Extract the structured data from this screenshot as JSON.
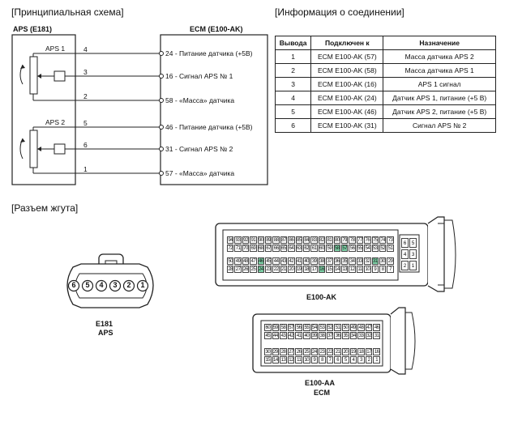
{
  "sections": {
    "schematic_title": "[Принципиальная схема]",
    "connection_info_title": "[Информация о соединении]",
    "harness_title": "[Разъем жгута]"
  },
  "schematic": {
    "left_block": "APS (E181)",
    "right_block": "ECM (E100-AK)",
    "sensors": [
      {
        "label": "APS 1"
      },
      {
        "label": "APS 2"
      }
    ],
    "wires": [
      {
        "pin_left": "4",
        "pin_right": "24",
        "desc": "24 - Питание датчика (+5В)"
      },
      {
        "pin_left": "3",
        "pin_right": "16",
        "desc": "16 - Сигнал APS № 1"
      },
      {
        "pin_left": "2",
        "pin_right": "58",
        "desc": "58 - «Масса» датчика"
      },
      {
        "pin_left": "5",
        "pin_right": "46",
        "desc": "46 - Питание датчика (+5В)"
      },
      {
        "pin_left": "6",
        "pin_right": "31",
        "desc": "31 - Сигнал APS № 2"
      },
      {
        "pin_left": "1",
        "pin_right": "57",
        "desc": "57 - «Масса» датчика"
      }
    ]
  },
  "table": {
    "headers": [
      "Вывода",
      "Подключен к",
      "Назначение"
    ],
    "rows": [
      [
        "1",
        "ECM E100-AK (57)",
        "Масса датчика APS 2"
      ],
      [
        "2",
        "ECM E100-AK (58)",
        "Масса датчика APS 1"
      ],
      [
        "3",
        "ECM E100-AK (16)",
        "APS 1 сигнал"
      ],
      [
        "4",
        "ECM E100-AK (24)",
        "Датчик APS 1, питание (+5 В)"
      ],
      [
        "5",
        "ECM E100-AK (46)",
        "Датчик APS 2, питание (+5 В)"
      ],
      [
        "6",
        "ECM E100-AK (31)",
        "Сигнал APS № 2"
      ]
    ]
  },
  "harness": {
    "aps_connector": {
      "pins": [
        "6",
        "5",
        "4",
        "3",
        "2",
        "1"
      ],
      "label_line1": "E181",
      "label_line2": "APS"
    },
    "ak_connector": {
      "label": "E100-AK",
      "row1": [
        "94",
        "93",
        "92",
        "91",
        "90",
        "89",
        "88",
        "87",
        "86",
        "85",
        "84",
        "83",
        "82",
        "81",
        "80",
        "79",
        "78",
        "77",
        "76",
        "75",
        "74",
        "73"
      ],
      "row2": [
        "72",
        "71",
        "70",
        "69",
        "68",
        "67",
        "66",
        "65",
        "64",
        "63",
        "62",
        "61",
        "60",
        "59",
        "58",
        "57",
        "56",
        "55",
        "54",
        "53",
        "52",
        "51"
      ],
      "row3": [
        "50",
        "49",
        "48",
        "47",
        "46",
        "45",
        "44",
        "43",
        "42",
        "41",
        "40",
        "39",
        "38",
        "37",
        "36",
        "35",
        "34",
        "33",
        "32",
        "31",
        "30",
        "29"
      ],
      "row4": [
        "28",
        "27",
        "26",
        "25",
        "24",
        "23",
        "22",
        "21",
        "20",
        "19",
        "18",
        "17",
        "16",
        "15",
        "14",
        "13",
        "12",
        "11",
        "10",
        "9",
        "8",
        "7"
      ],
      "side": [
        "6",
        "5",
        "4",
        "3",
        "2",
        "1"
      ],
      "highlight_color": "#7fd3a8"
    },
    "aa_connector": {
      "label_line1": "E100-AA",
      "label_line2": "ECM",
      "row1": [
        "60",
        "59",
        "58",
        "57",
        "56",
        "55",
        "54",
        "53",
        "52",
        "51",
        "50",
        "49",
        "48",
        "47",
        "46"
      ],
      "row2": [
        "45",
        "44",
        "43",
        "42",
        "41",
        "40",
        "39",
        "38",
        "37",
        "36",
        "35",
        "34",
        "33",
        "32",
        "31"
      ],
      "row3": [
        "30",
        "29",
        "28",
        "27",
        "26",
        "25",
        "24",
        "23",
        "22",
        "21",
        "20",
        "19",
        "18",
        "17",
        "16"
      ],
      "row4": [
        "15",
        "14",
        "13",
        "12",
        "11",
        "10",
        "9",
        "8",
        "7",
        "6",
        "5",
        "4",
        "3",
        "2",
        "1"
      ]
    }
  }
}
